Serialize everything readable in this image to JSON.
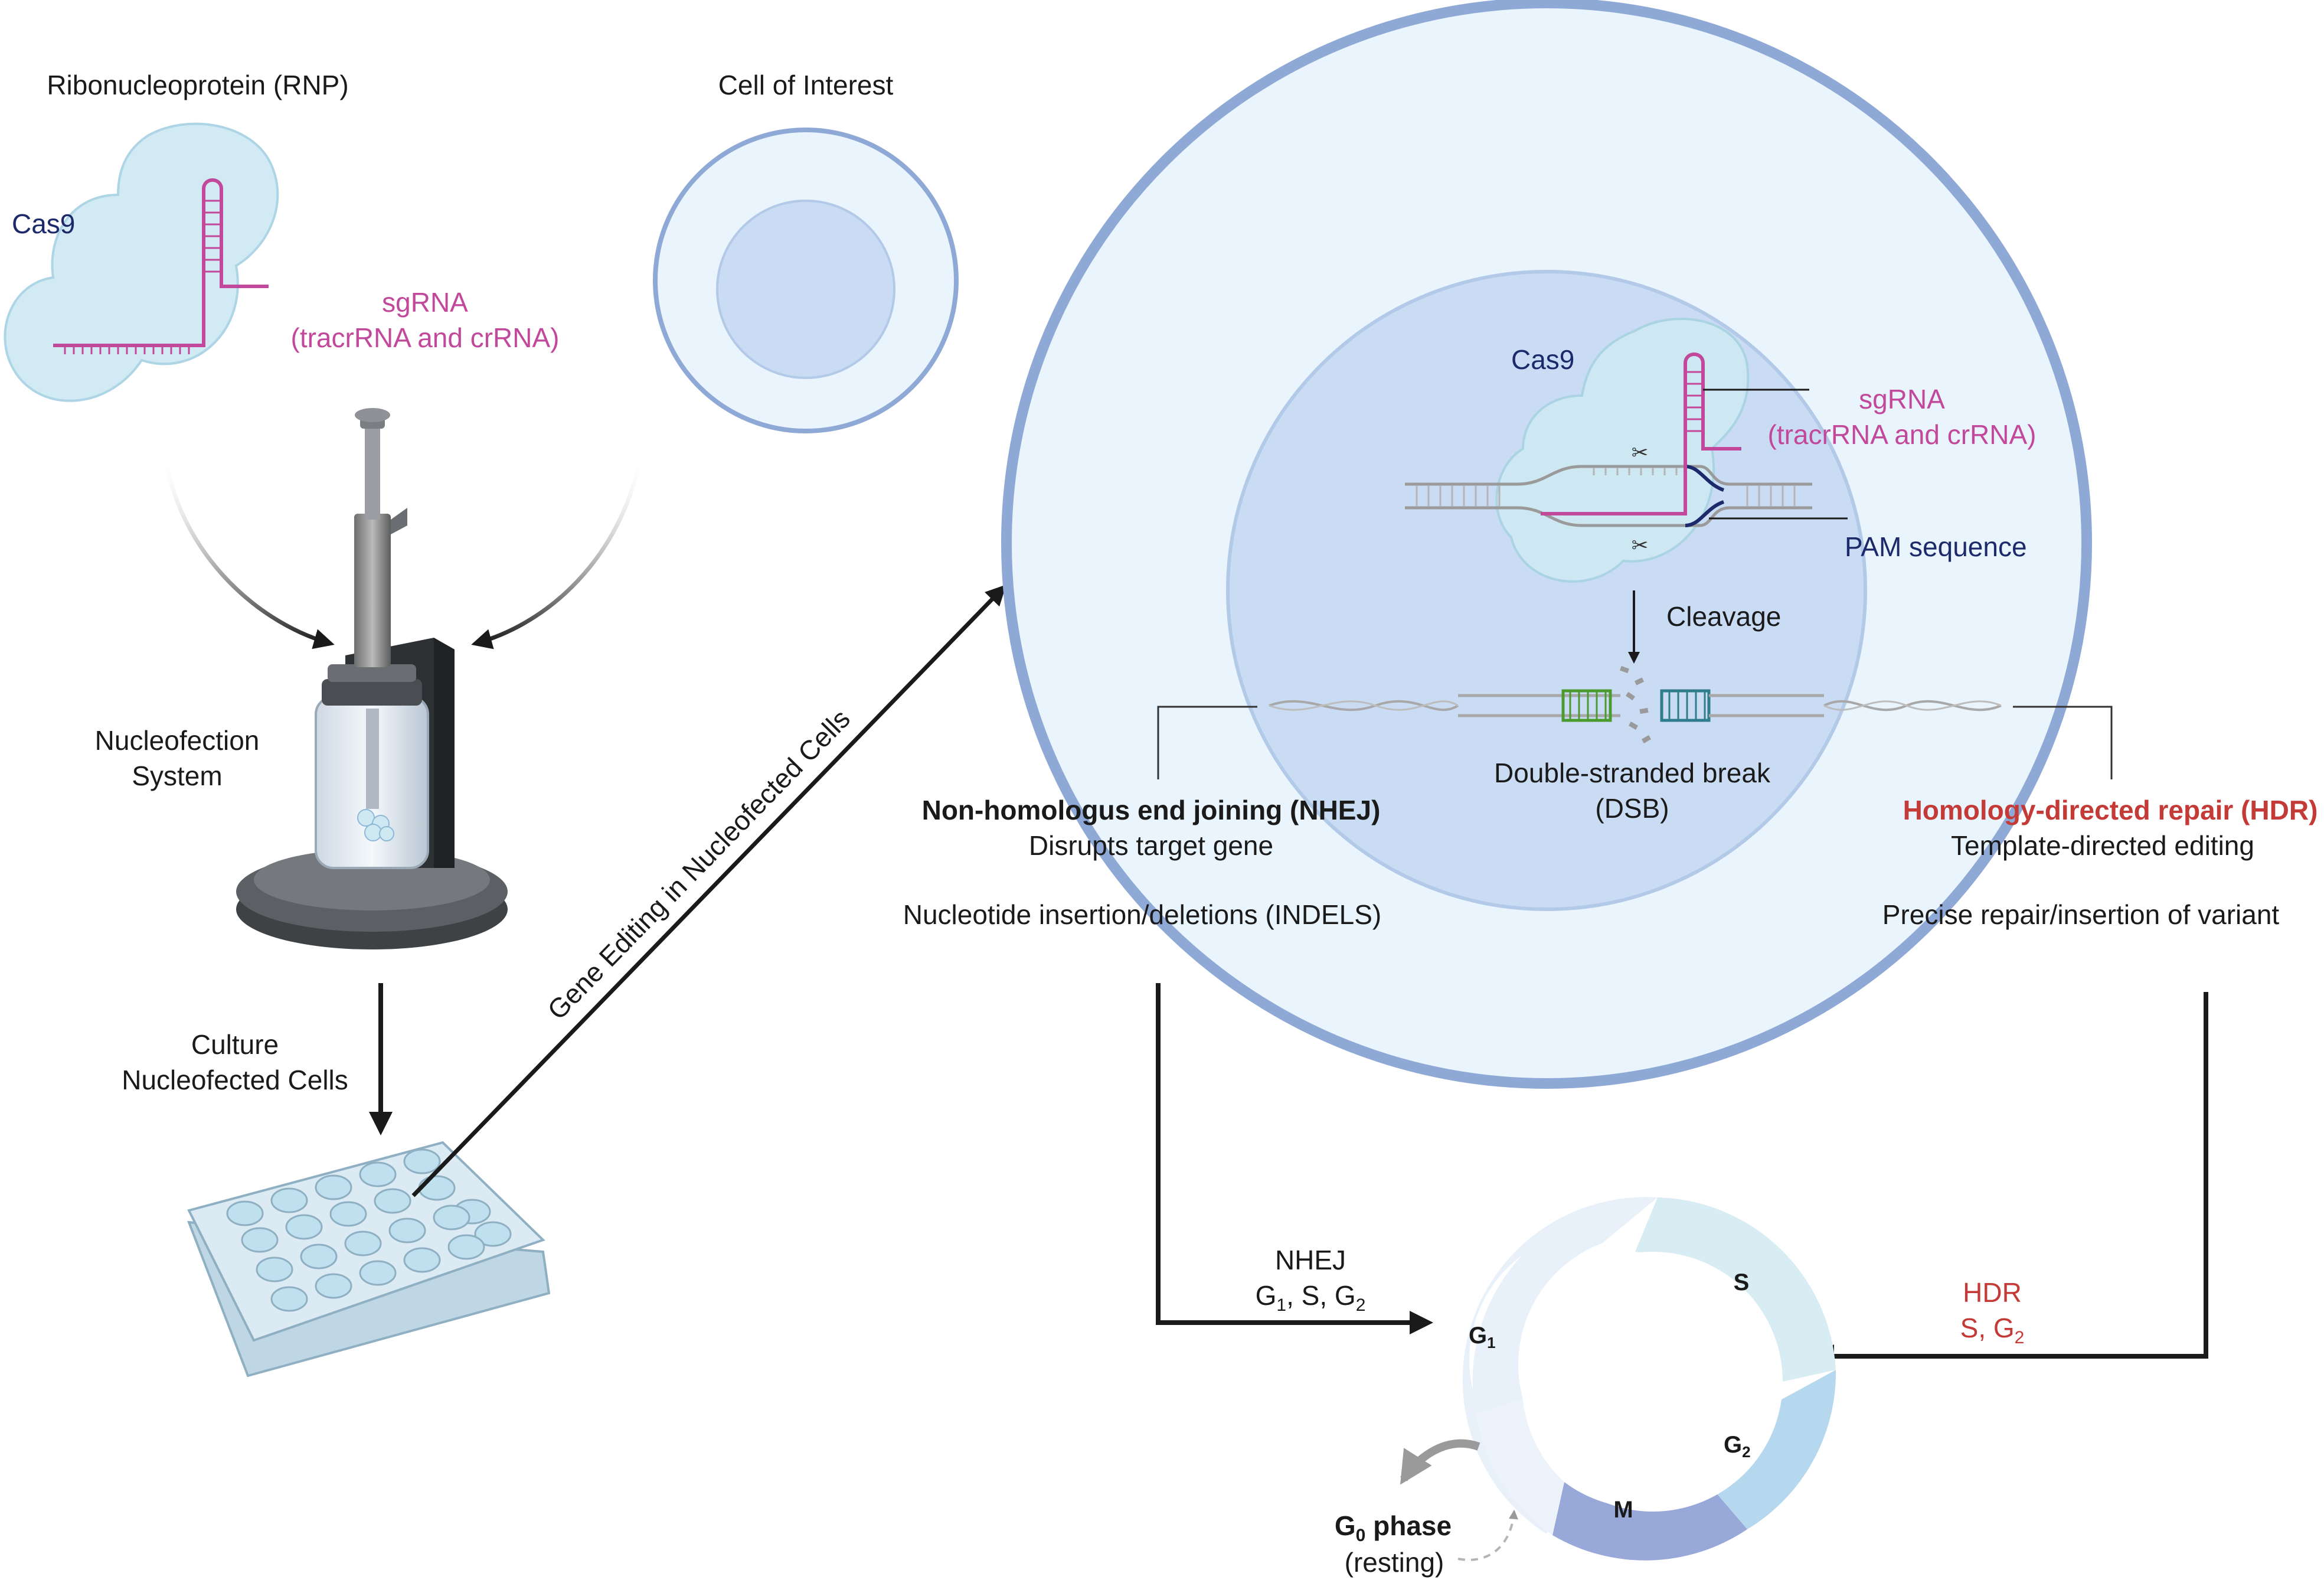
{
  "labels": {
    "rnp_title": "Ribonucleoprotein (RNP)",
    "cas9_left": "Cas9",
    "sgrna_left_1": "sgRNA",
    "sgrna_left_2": "(tracrRNA and crRNA)",
    "cell_of_interest": "Cell of Interest",
    "nucleofection_1": "Nucleofection",
    "nucleofection_2": "System",
    "culture_1": "Culture",
    "culture_2": "Nucleofected Cells",
    "gene_editing": "Gene Editing in Nucleofected Cells",
    "cas9_right": "Cas9",
    "sgrna_right_1": "sgRNA",
    "sgrna_right_2": "(tracrRNA and crRNA)",
    "pam_sequence": "PAM sequence",
    "cleavage": "Cleavage",
    "dsb_1": "Double-stranded break",
    "dsb_2": "(DSB)",
    "nhej_title": "Non-homologus end joining (NHEJ)",
    "nhej_sub": "Disrupts target gene",
    "nhej_detail": "Nucleotide insertion/deletions (INDELS)",
    "hdr_title": "Homology-directed repair (HDR)",
    "hdr_sub": "Template-directed editing",
    "hdr_detail": "Precise repair/insertion of variant",
    "nhej_phase_1": "NHEJ",
    "nhej_phase_g1": "G",
    "nhej_phase_g1_sub": "1",
    "nhej_phase_sep1": ", S, G",
    "nhej_phase_g2_sub": "2",
    "hdr_phase_1": "HDR",
    "hdr_phase_s": "S, G",
    "hdr_phase_g2_sub": "2",
    "cycle_g1": "G",
    "cycle_g1_sub": "1",
    "cycle_s": "S",
    "cycle_g2": "G",
    "cycle_g2_sub": "2",
    "cycle_m": "M",
    "g0_phase": "G",
    "g0_sub": "0",
    "g0_phase_word": " phase",
    "g0_resting": "(resting)"
  },
  "colors": {
    "cell_outer_ring": "#8fa9d6",
    "cell_fill": "#e9f4fd",
    "nucleus_fill": "#c9dcf4",
    "cas9_fill": "#cfe9f3",
    "sgrna": "#c2489b",
    "navy_text": "#1c2a6b",
    "red_text": "#c43a36",
    "nhej_strand": "#4a9a2e",
    "hdr_strand": "#2f7d8a",
    "cycle_g1": "#e8f0fa",
    "cycle_s": "#d8ecf3",
    "cycle_g2": "#b6d8ee",
    "cycle_m": "#98a8d8"
  }
}
